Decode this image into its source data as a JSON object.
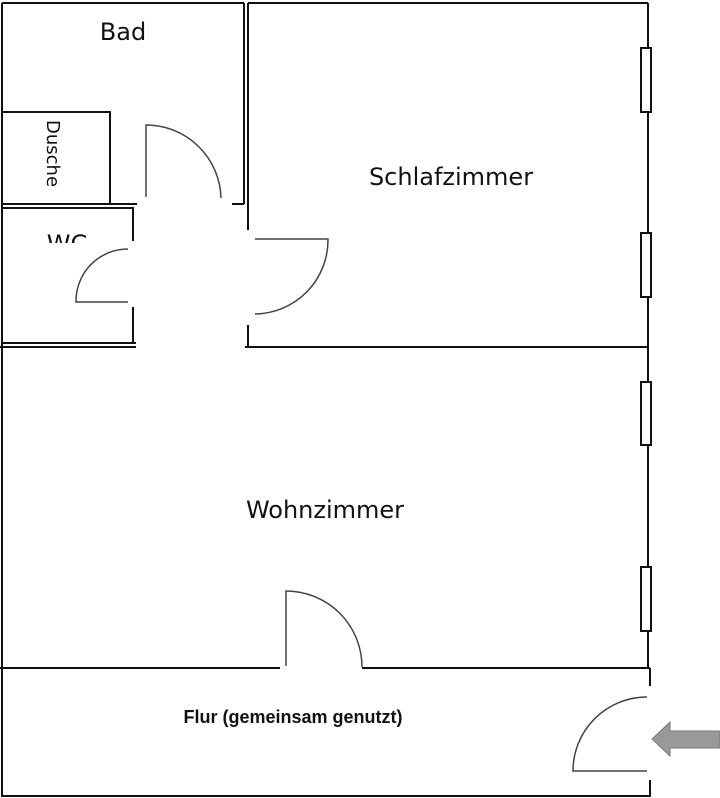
{
  "rooms": {
    "bad": "Bad",
    "dusche": "Dusche",
    "wc": "WC",
    "schlafzimmer": "Schlafzimmer",
    "wohnzimmer": "Wohnzimmer",
    "flur": "Flur (gemeinsam genutzt)"
  },
  "colors": {
    "wall": "#111111",
    "arrow": "#999999"
  }
}
